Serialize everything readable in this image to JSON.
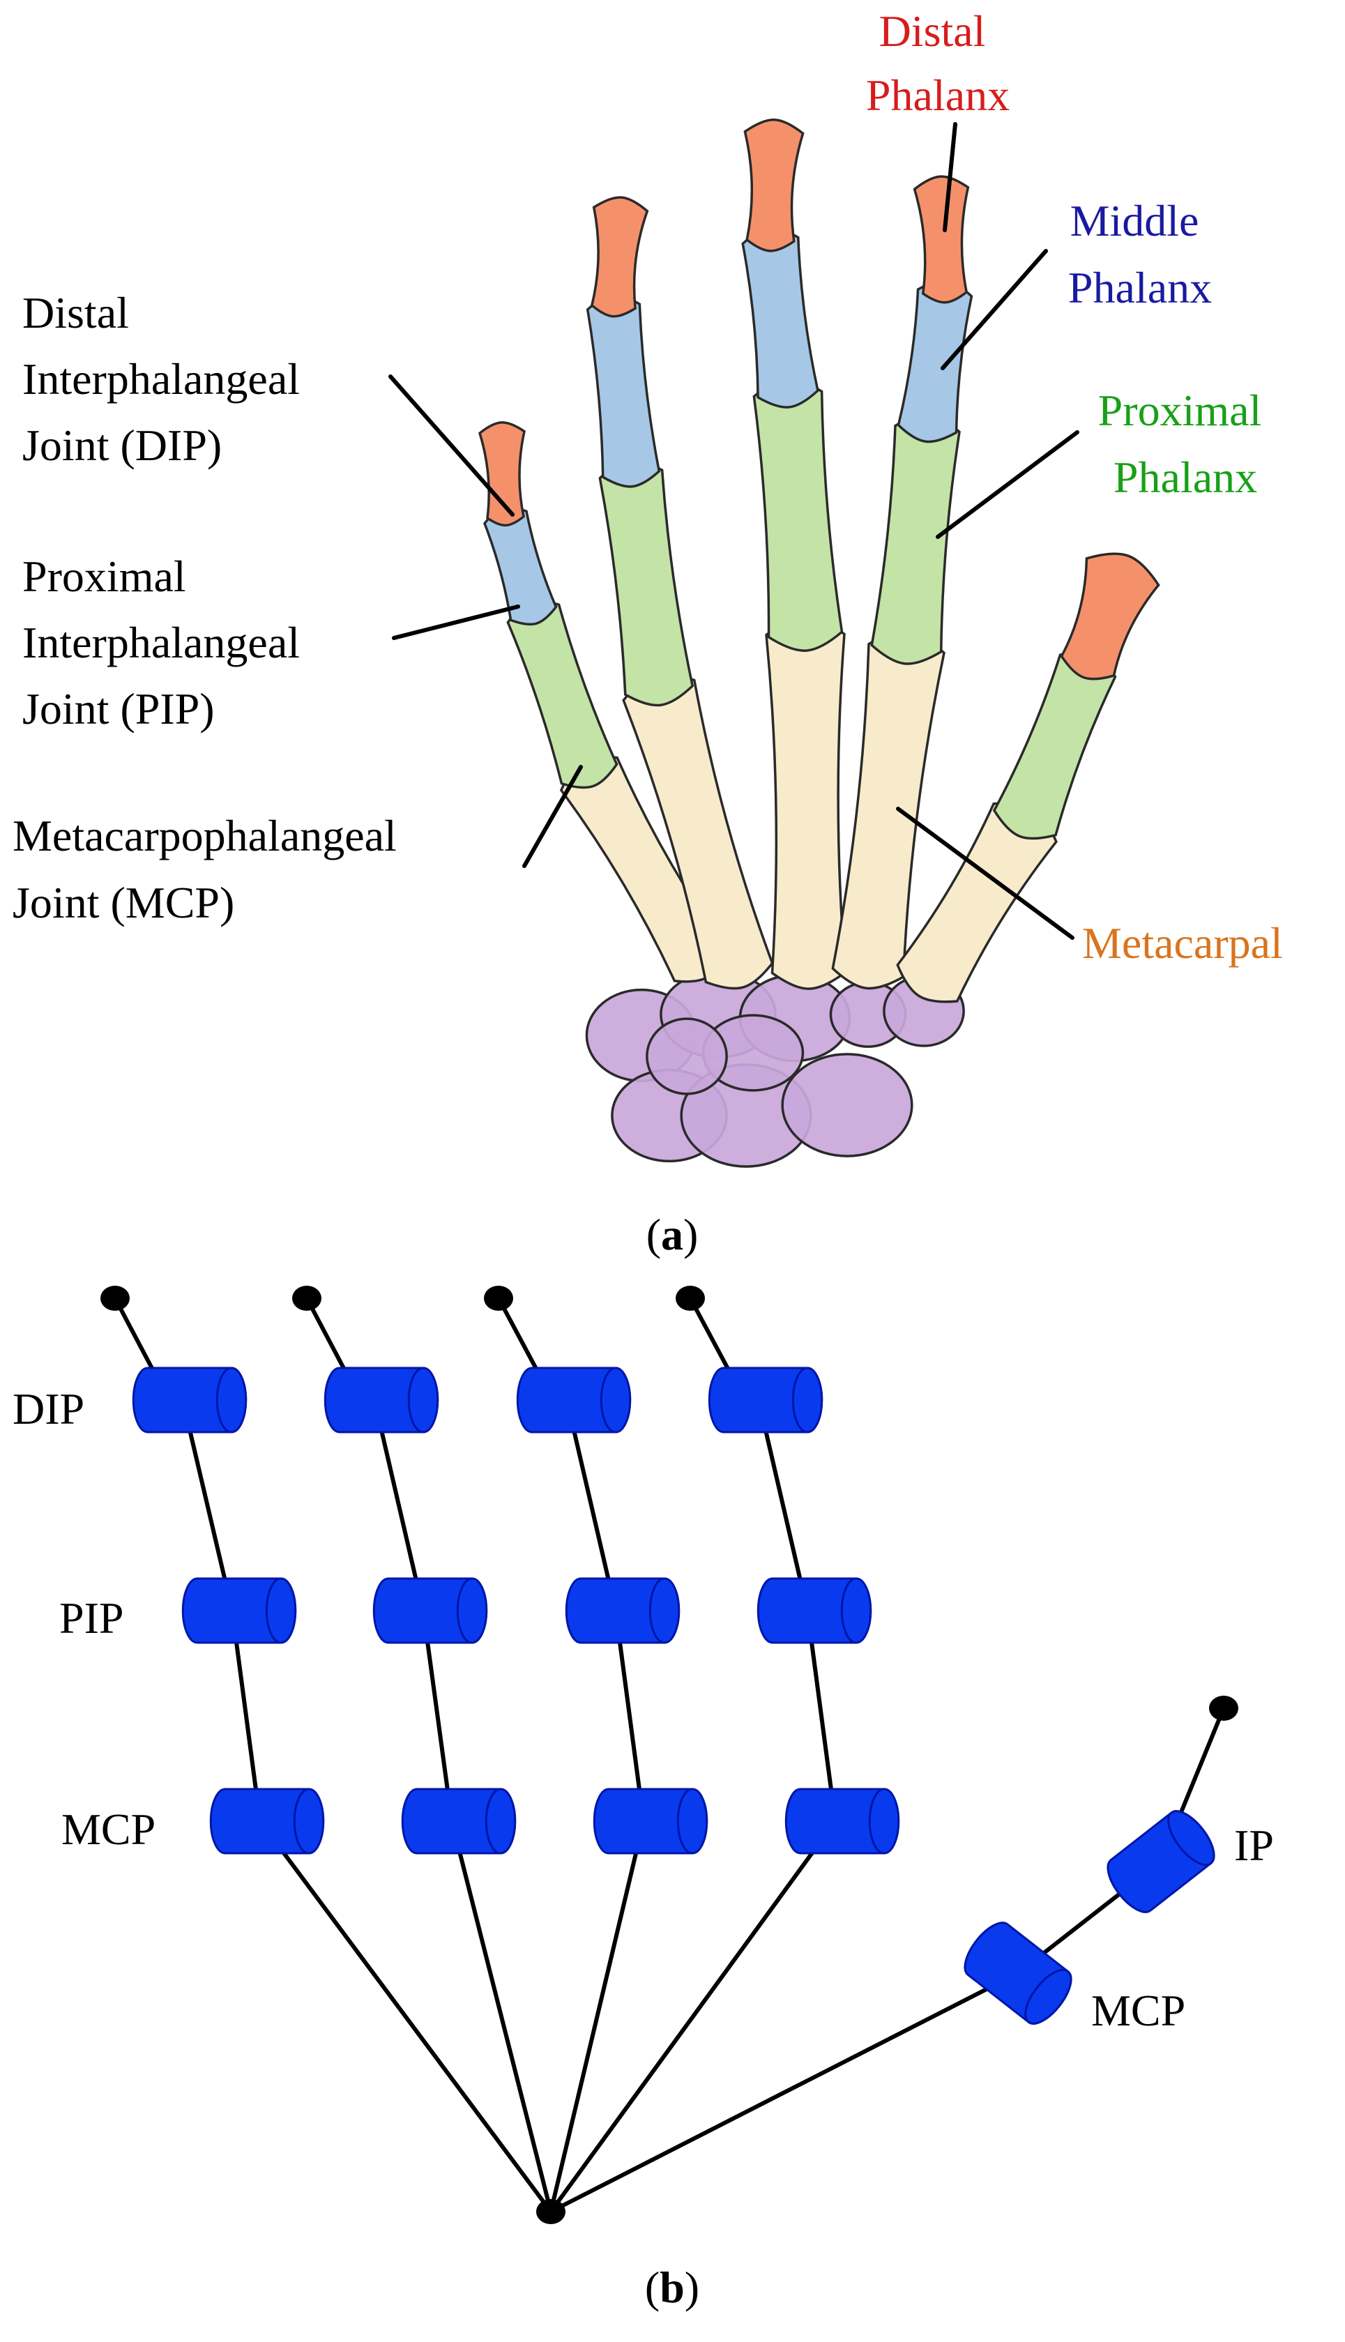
{
  "colors": {
    "distal": "#F4916B",
    "middle": "#A6C8E6",
    "proximal": "#C4E3A6",
    "metacarpal": "#F7EBCB",
    "carpal": "#C9A7DA",
    "label_distal": "#D71C1C",
    "label_middle": "#1A1AA0",
    "label_proximal": "#18A018",
    "label_metacarpal": "#D9741E",
    "joint_fill": "#0A3AEE",
    "joint_edge": "#0016A8"
  },
  "anatomy": {
    "labels": {
      "distal_phalanx": [
        "Distal",
        "Phalanx"
      ],
      "middle_phalanx": [
        "Middle",
        "Phalanx"
      ],
      "proximal_phalanx": [
        "Proximal",
        "Phalanx"
      ],
      "metacarpal": "Metacarpal",
      "dip": [
        "Distal",
        "Interphalangeal",
        "Joint (DIP)"
      ],
      "pip": [
        "Proximal",
        "Interphalangeal",
        "Joint (PIP)"
      ],
      "mcp": [
        "Metacarpophalangeal",
        "Joint (MCP)"
      ]
    },
    "caption": {
      "open": "(",
      "letter": "a",
      "close": ")"
    }
  },
  "kinematic": {
    "row_labels": {
      "dip": "DIP",
      "pip": "PIP",
      "mcp": "MCP"
    },
    "thumb_labels": {
      "ip": "IP",
      "mcp": "MCP"
    },
    "caption": {
      "open": "(",
      "letter": "b",
      "close": ")"
    }
  }
}
